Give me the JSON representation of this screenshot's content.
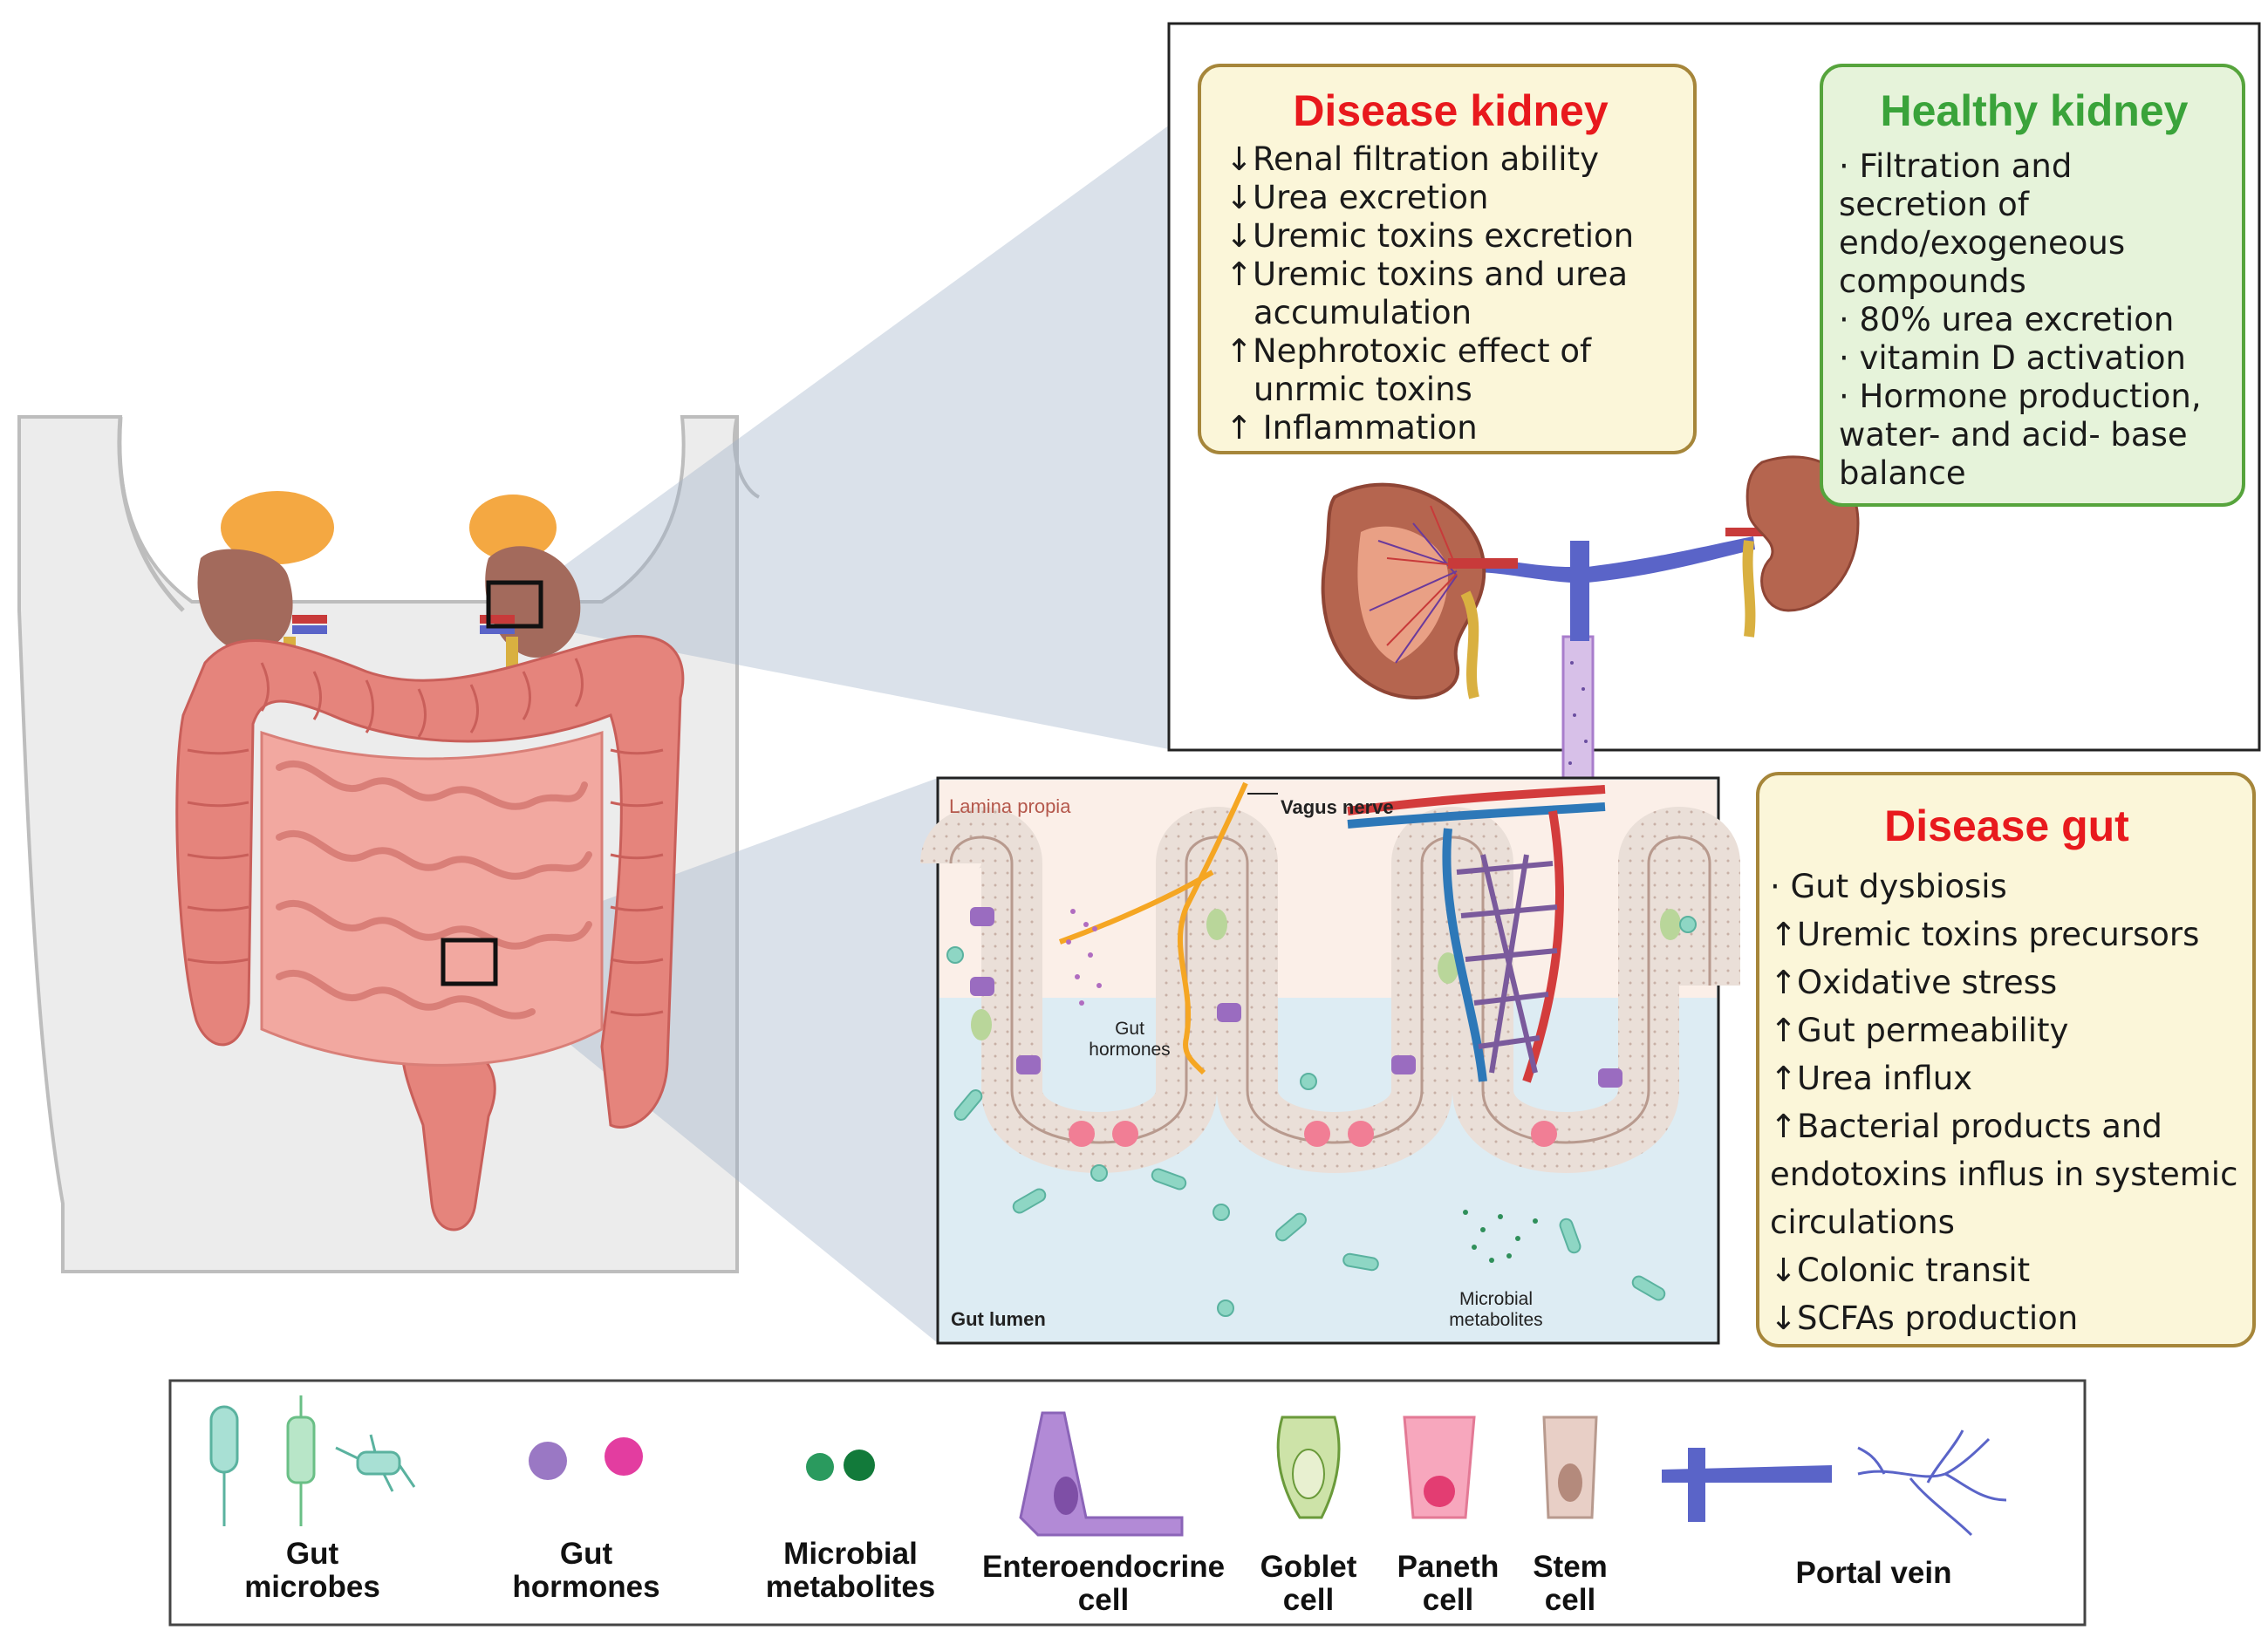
{
  "disease_kidney": {
    "title": "Disease kidney",
    "items": [
      "↓Renal filtration ability",
      "↓Urea excretion",
      "↓Uremic toxins excretion",
      "↑Uremic toxins and urea",
      "accumulation",
      "↑Nephrotoxic effect of",
      "unrmic toxins",
      "↑ Inflammation"
    ]
  },
  "healthy_kidney": {
    "title": "Healthy kidney",
    "items": [
      "· Filtration and",
      "secretion of",
      "endo/exogeneous",
      "compounds",
      "· 80% urea excretion",
      "· vitamin D activation",
      "· Hormone production,",
      "water- and acid- base",
      "balance"
    ]
  },
  "disease_gut": {
    "title": "Disease gut",
    "items": [
      "· Gut dysbiosis",
      "↑Uremic toxins precursors",
      "↑Oxidative stress",
      "↑Gut permeability",
      "↑Urea influx",
      "↑Bacterial products and",
      "endotoxins influs in systemic",
      "circulations",
      "↓Colonic transit",
      "↓SCFAs production"
    ]
  },
  "gut_panel": {
    "lamina_propia": "Lamina propia",
    "vagus_nerve": "Vagus nerve",
    "gut_hormones_1": "Gut",
    "gut_hormones_2": "hormones",
    "microbial_metabolites_1": "Microbial",
    "microbial_metabolites_2": "metabolites",
    "gut_lumen": "Gut lumen"
  },
  "legend": {
    "gut_microbes": [
      "Gut",
      "microbes"
    ],
    "gut_hormones": [
      "Gut",
      "hormones"
    ],
    "microbial_metabolites": [
      "Microbial",
      "metabolites"
    ],
    "enteroendocrine_cell": [
      "Enteroendocrine",
      "cell"
    ],
    "goblet_cell": [
      "Goblet",
      "cell"
    ],
    "paneth_cell": [
      "Paneth",
      "cell"
    ],
    "stem_cell": [
      "Stem",
      "cell"
    ],
    "portal_vein": [
      "Portal vein"
    ]
  },
  "colors": {
    "disease_title": "#e8191d",
    "healthy_title": "#3aa33a",
    "disease_border": "#a6863a",
    "healthy_border": "#56a43c",
    "disease_fill": "#fbf6d9",
    "healthy_fill": "#e6f3da",
    "intestine": "#e8857e",
    "portal_vein": "#5a64c8"
  }
}
